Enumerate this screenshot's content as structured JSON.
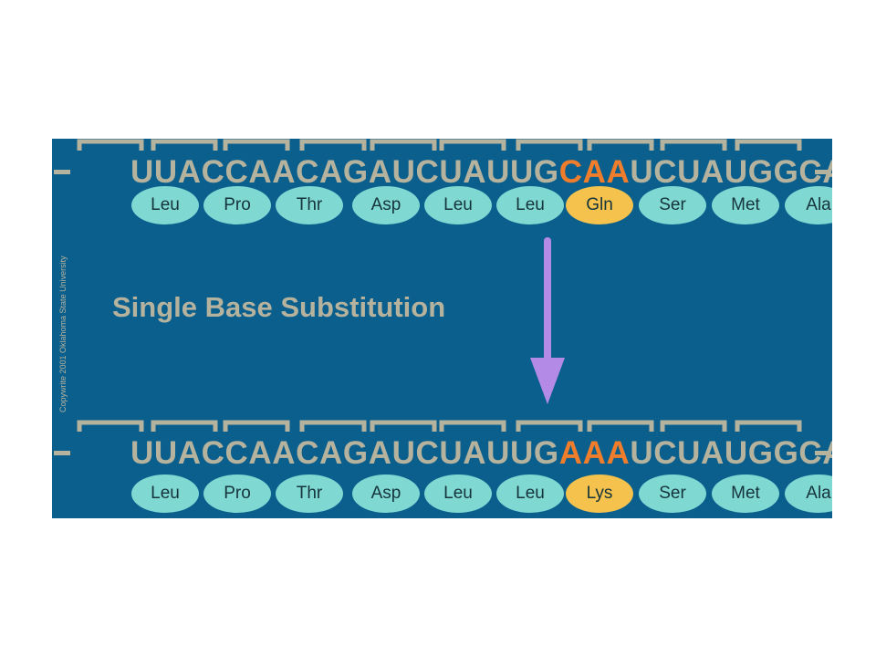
{
  "codons_top": [
    "UUA",
    "CCA",
    "ACA",
    "GAU",
    "CUA",
    "UUG",
    "CAA",
    "UCU",
    "AUG",
    "GCA"
  ],
  "codons_bottom": [
    "UUA",
    "CCA",
    "ACA",
    "GAU",
    "CUA",
    "UUG",
    "AAA",
    "UCU",
    "AUG",
    "GCA"
  ],
  "amino_acids_top": [
    "Leu",
    "Pro",
    "Thr",
    "Asp",
    "Leu",
    "Leu",
    "Gln",
    "Ser",
    "Met",
    "Ala"
  ],
  "amino_acids_bottom": [
    "Leu",
    "Pro",
    "Thr",
    "Asp",
    "Leu",
    "Leu",
    "Lys",
    "Ser",
    "Met",
    "Ala"
  ],
  "mutated_codon_index": 6,
  "caption": "Single Base Substitution",
  "copyright": "Copywrite 2001 Oklahoma State University",
  "colors": {
    "panel": "#0b5f8d",
    "sequence_text": "#b5b29e",
    "mutated_codon": "#ef7d2b",
    "amino_acid": "#7fd8d2",
    "mutated_amino_acid": "#f4c24d",
    "arrow": "#b38ae6"
  }
}
